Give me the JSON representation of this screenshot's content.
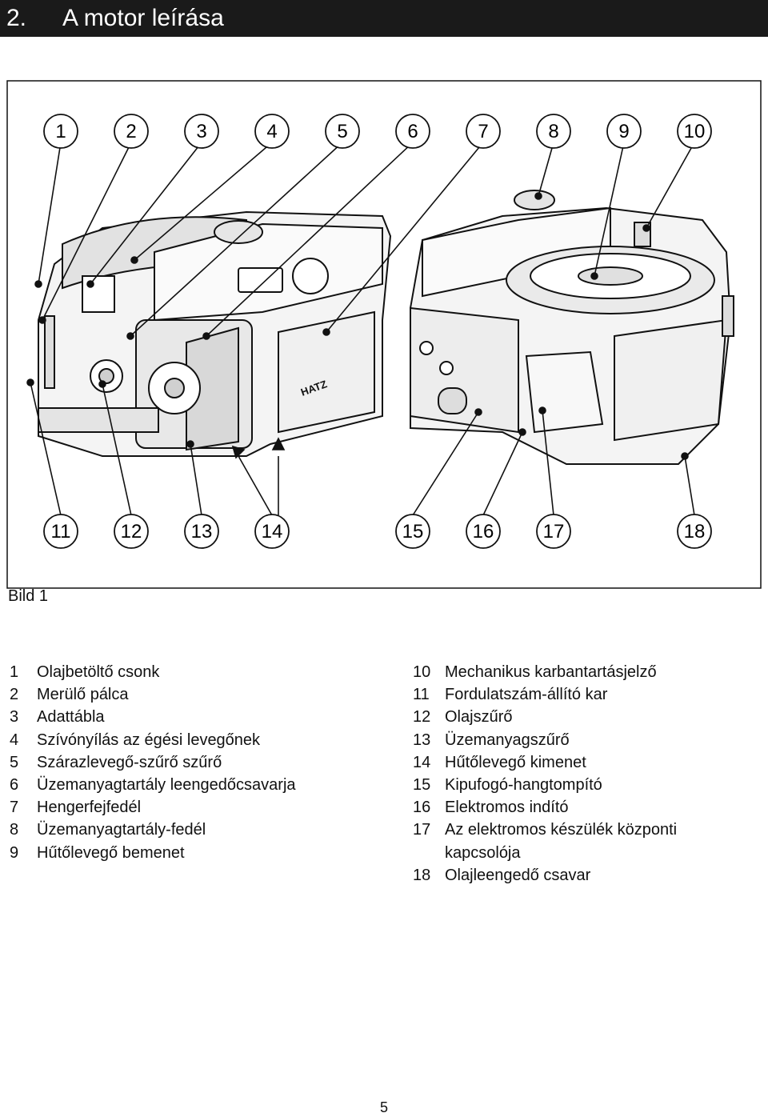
{
  "header": {
    "number": "2.",
    "title": "A motor leírása"
  },
  "figure": {
    "callouts_top": [
      "1",
      "2",
      "3",
      "4",
      "5",
      "6",
      "7",
      "8",
      "9",
      "10"
    ],
    "callouts_bottom": [
      "11",
      "12",
      "13",
      "14",
      "15",
      "16",
      "17",
      "18"
    ],
    "nameplate_text": "HATZ",
    "caption": "Bild 1"
  },
  "legend": {
    "left": [
      {
        "n": "1",
        "t": "Olajbetöltő csonk"
      },
      {
        "n": "2",
        "t": "Merülő pálca"
      },
      {
        "n": "3",
        "t": "Adattábla"
      },
      {
        "n": "4",
        "t": "Szívónyílás az égési levegőnek"
      },
      {
        "n": "5",
        "t": "Szárazlevegő-szűrő szűrő"
      },
      {
        "n": "6",
        "t": "Üzemanyagtartály leengedőcsavarja"
      },
      {
        "n": "7",
        "t": "Hengerfejfedél"
      },
      {
        "n": "8",
        "t": "Üzemanyagtartály-fedél"
      },
      {
        "n": "9",
        "t": "Hűtőlevegő bemenet"
      }
    ],
    "right": [
      {
        "n": "10",
        "t": "Mechanikus karbantartásjelző"
      },
      {
        "n": "11",
        "t": "Fordulatszám-állító kar"
      },
      {
        "n": "12",
        "t": "Olajszűrő"
      },
      {
        "n": "13",
        "t": "Üzemanyagszűrő"
      },
      {
        "n": "14",
        "t": "Hűtőlevegő kimenet"
      },
      {
        "n": "15",
        "t": "Kipufogó-hangtompító"
      },
      {
        "n": "16",
        "t": "Elektromos indító"
      },
      {
        "n": "17",
        "t": "Az elektromos készülék központi"
      },
      {
        "n": "",
        "t": "kapcsolója"
      },
      {
        "n": "18",
        "t": "Olajleengedő csavar"
      }
    ]
  },
  "page_number": "5"
}
